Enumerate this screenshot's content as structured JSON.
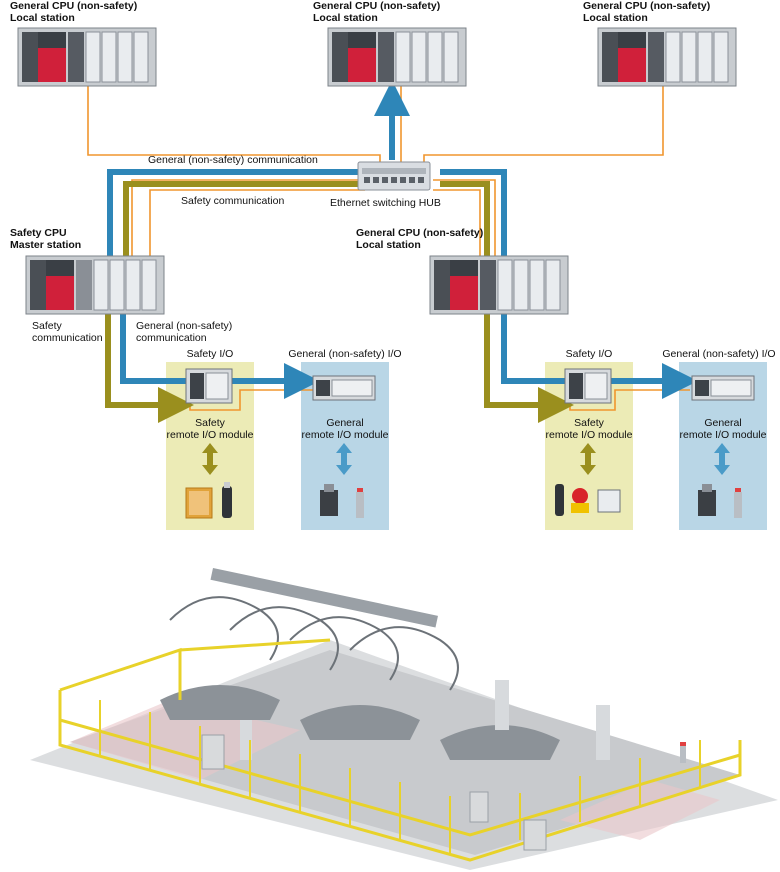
{
  "stations": {
    "top_left": {
      "line1": "General CPU (non-safety)",
      "line2": "Local station"
    },
    "top_center": {
      "line1": "General CPU (non-safety)",
      "line2": "Local station"
    },
    "top_right": {
      "line1": "General CPU (non-safety)",
      "line2": "Local station"
    },
    "safety_master": {
      "line1": "Safety CPU",
      "line2": "Master station"
    },
    "mid_right": {
      "line1": "General CPU (non-safety)",
      "line2": "Local station"
    }
  },
  "network": {
    "general_comm_top": "General (non-safety) communication",
    "safety_comm_top": "Safety communication",
    "hub": "Ethernet switching HUB",
    "left_safety_comm": {
      "line1": "Safety",
      "line2": "communication"
    },
    "left_general_comm": {
      "line1": "General (non-safety)",
      "line2": "communication"
    }
  },
  "io_groups": {
    "left_safety": {
      "title": "Safety I/O",
      "module_line1": "Safety",
      "module_line2": "remote I/O module"
    },
    "left_general": {
      "title": "General (non-safety) I/O",
      "module_line1": "General",
      "module_line2": "remote I/O module"
    },
    "right_safety": {
      "title": "Safety I/O",
      "module_line1": "Safety",
      "module_line2": "remote I/O module"
    },
    "right_general": {
      "title": "General (non-safety) I/O",
      "module_line1": "General",
      "module_line2": "remote I/O module"
    }
  },
  "colors": {
    "general_line": "#2e86b8",
    "safety_line": "#9a8f1e",
    "thin_line": "#f0962e",
    "safety_panel": "#ecebb6",
    "general_panel": "#b9d6e6",
    "plc_red": "#d0203a",
    "fence": "#e8d22a"
  }
}
